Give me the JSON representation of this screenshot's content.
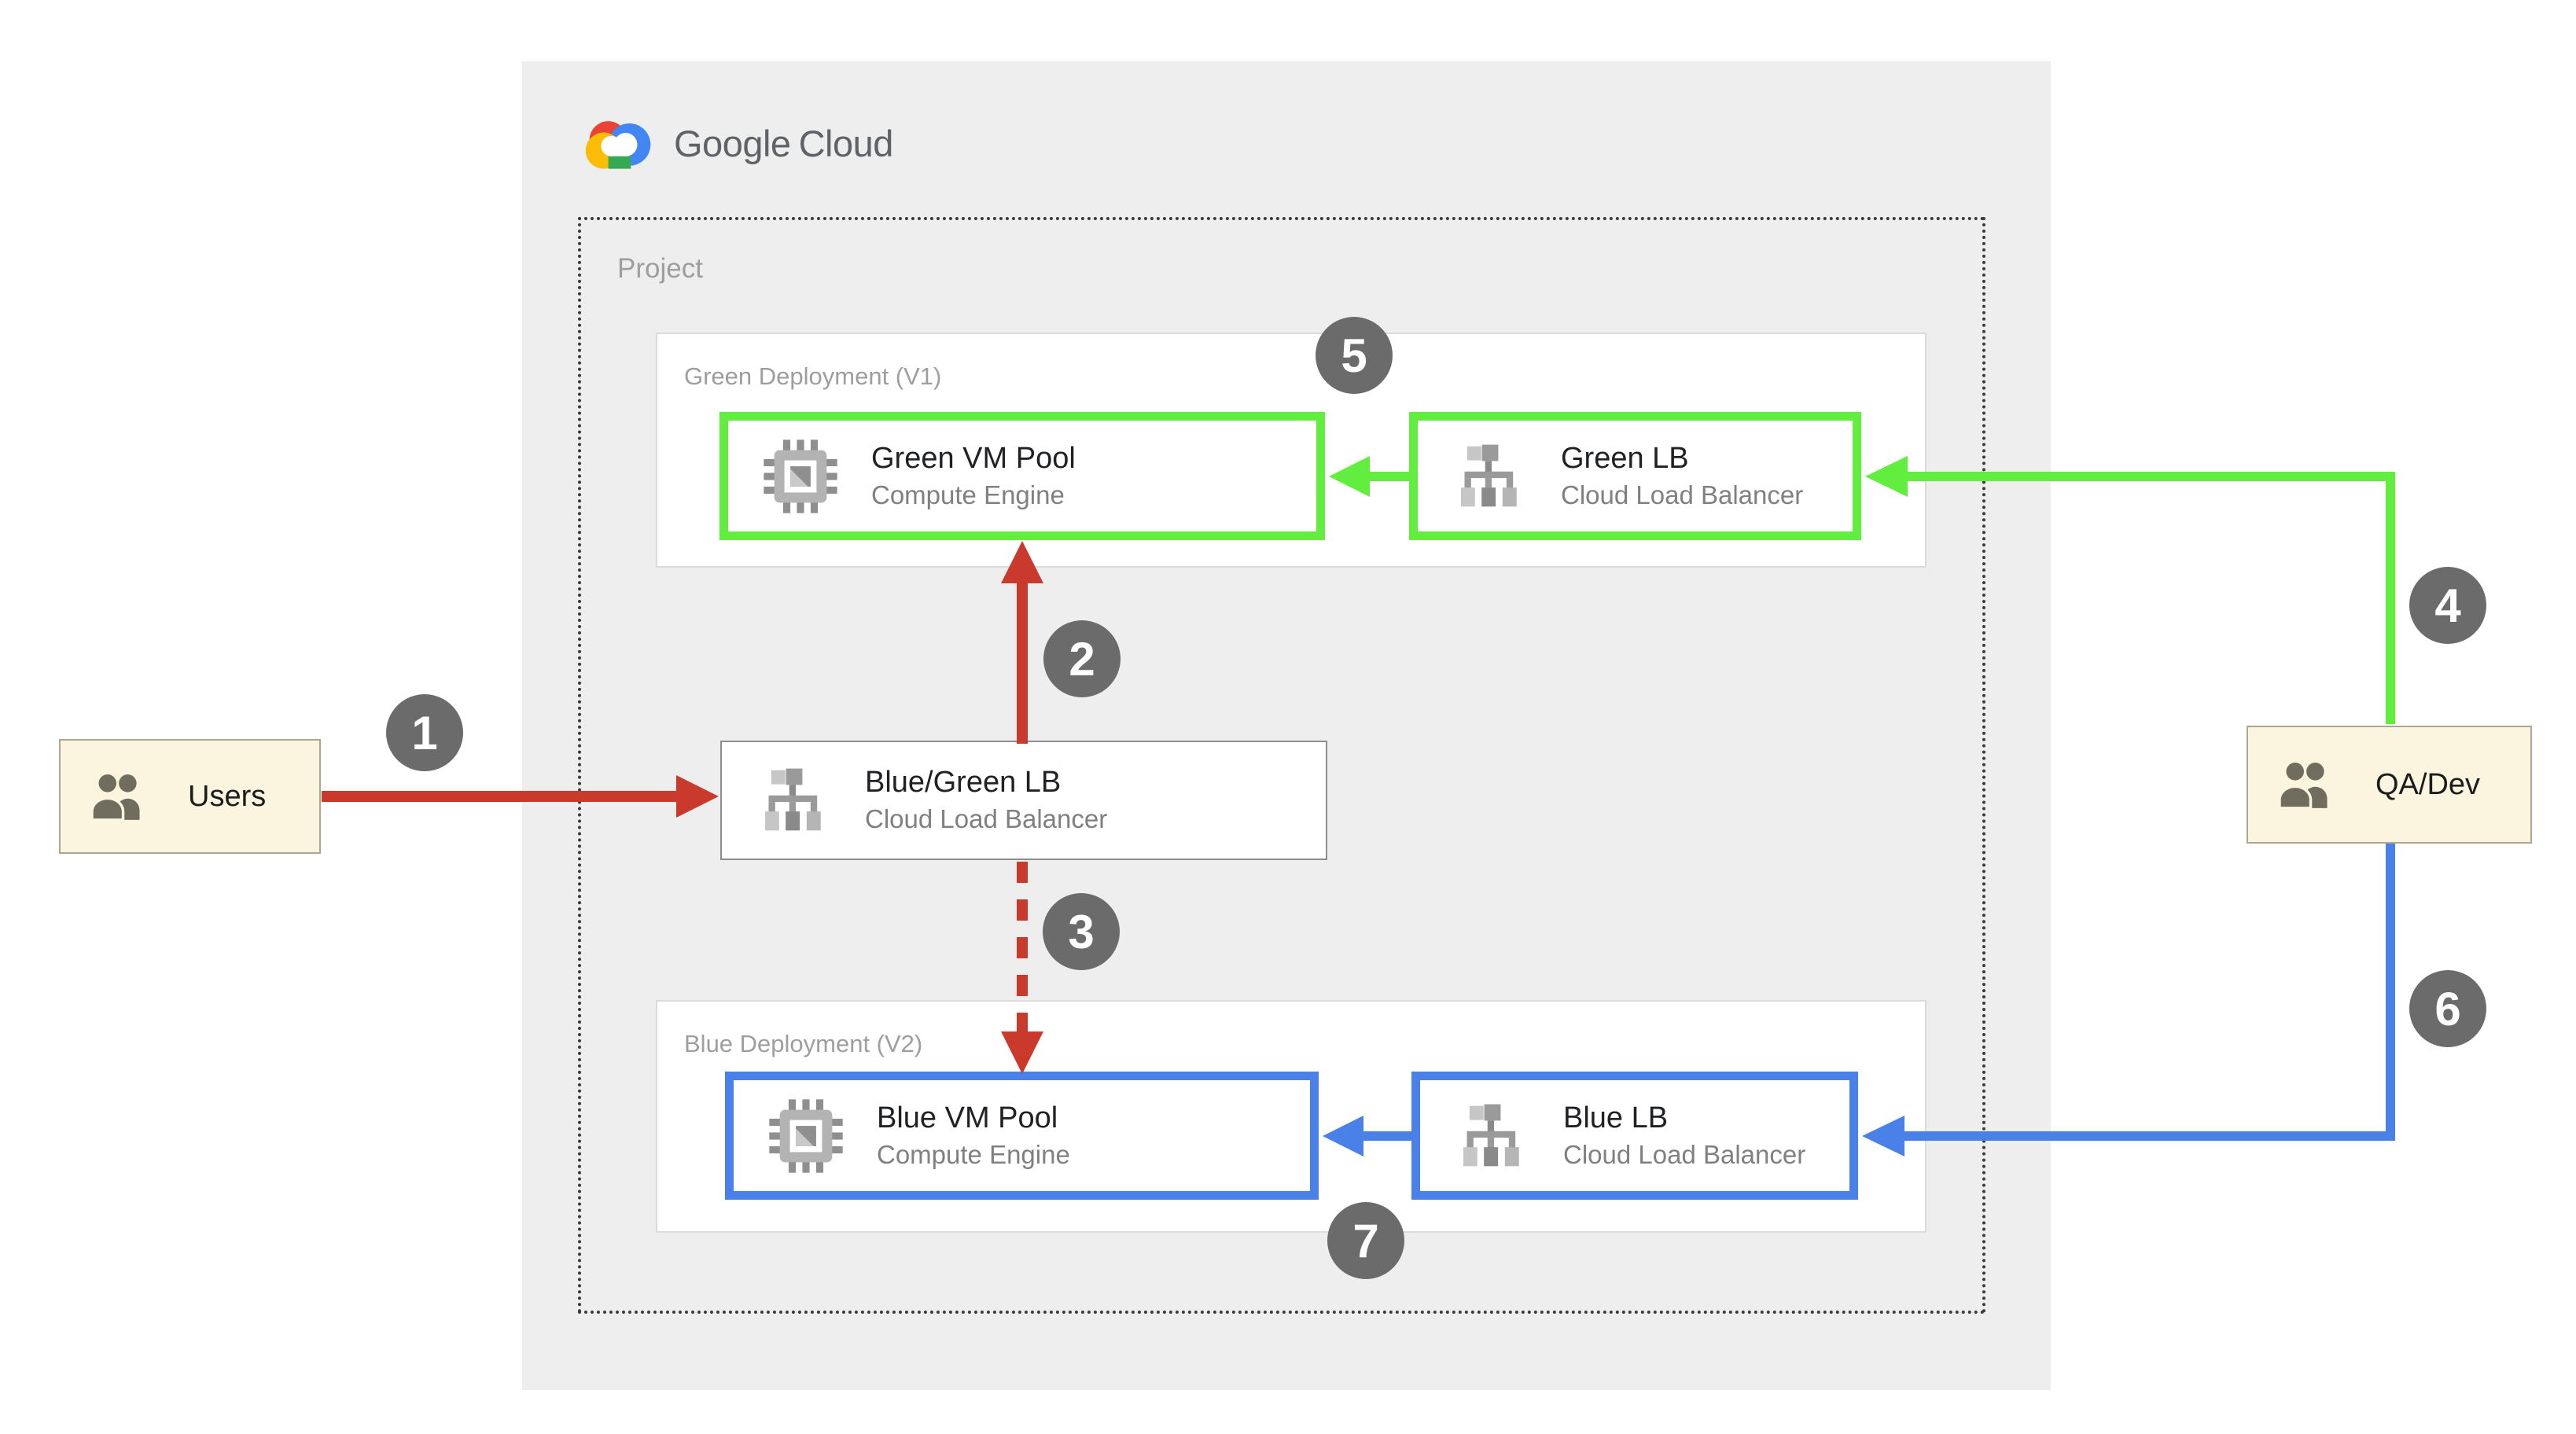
{
  "brand": {
    "primary": "Google",
    "secondary": "Cloud"
  },
  "project": {
    "label": "Project"
  },
  "groups": {
    "green": {
      "label": "Green Deployment (V1)"
    },
    "blue": {
      "label": "Blue Deployment (V2)"
    }
  },
  "nodes": {
    "green_vm": {
      "title": "Green VM Pool",
      "subtitle": "Compute Engine",
      "icon": "compute-engine-icon"
    },
    "green_lb": {
      "title": "Green LB",
      "subtitle": "Cloud Load Balancer",
      "icon": "load-balancer-icon"
    },
    "bluegreen_lb": {
      "title": "Blue/Green LB",
      "subtitle": "Cloud Load Balancer",
      "icon": "load-balancer-icon"
    },
    "blue_vm": {
      "title": "Blue VM Pool",
      "subtitle": "Compute Engine",
      "icon": "compute-engine-icon"
    },
    "blue_lb": {
      "title": "Blue LB",
      "subtitle": "Cloud Load Balancer",
      "icon": "load-balancer-icon"
    }
  },
  "actors": {
    "users": {
      "label": "Users",
      "icon": "users-icon"
    },
    "qa_dev": {
      "label": "QA/Dev",
      "icon": "users-icon"
    }
  },
  "badges": [
    "1",
    "2",
    "3",
    "4",
    "5",
    "6",
    "7"
  ],
  "colors": {
    "green": "#62EE3E",
    "blue": "#4A81E8",
    "red": "#C93A2D",
    "badge_gray": "#6B6B6B",
    "canvas_gray": "#EEEEEE",
    "cream": "#FBF4DE",
    "title_text": "#202124",
    "subtle_text": "#808080",
    "label_gray": "#9E9E9E",
    "logo_text": "#5F6368"
  }
}
